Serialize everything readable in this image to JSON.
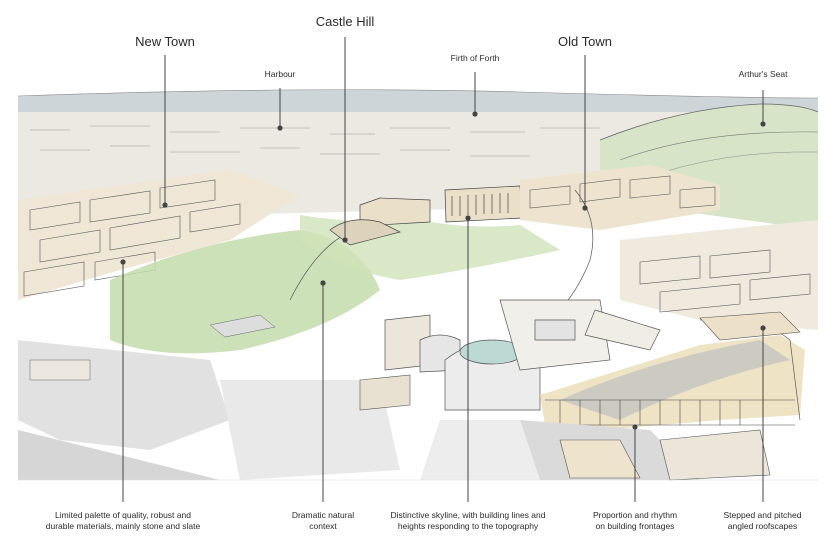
{
  "top_labels": {
    "new_town": "New Town",
    "castle_hill": "Castle Hill",
    "old_town": "Old Town",
    "harbour": "Harbour",
    "firth_of_forth": "Firth of Forth",
    "arthurs_seat": "Arthur's Seat"
  },
  "captions": {
    "materials": [
      "Limited palette of quality, robust and",
      "durable materials, mainly stone and slate"
    ],
    "natural_context": [
      "Dramatic natural",
      "context"
    ],
    "skyline": [
      "Distinctive skyline, with building lines and",
      "heights responding to the topography"
    ],
    "proportion": [
      "Proportion and rhythm",
      "on building frontages"
    ],
    "roofscapes": [
      "Stepped and pitched",
      "angled roofscapes"
    ]
  },
  "colors": {
    "ink": "#3a3a3a",
    "sea": "#b9c4c9",
    "green": "#b9d3a0",
    "stone": "#e8dcc4",
    "slate": "#c9c9c9"
  }
}
